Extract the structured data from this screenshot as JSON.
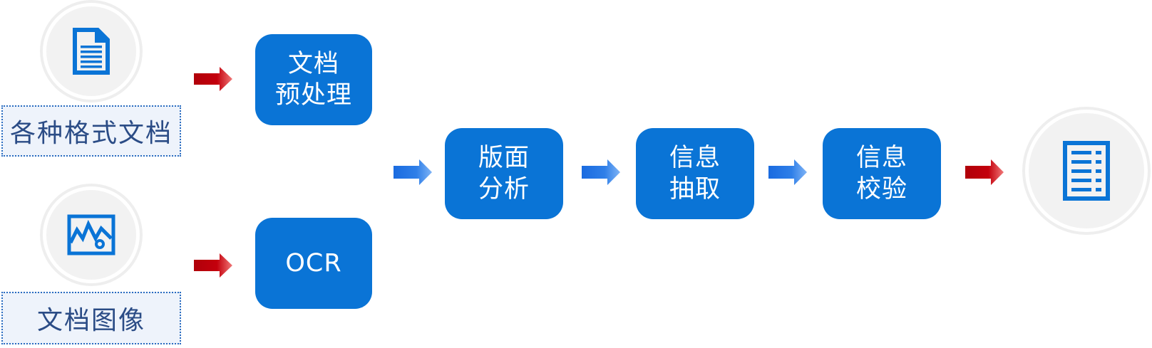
{
  "inputs": {
    "doc": {
      "label": "各种格式文档",
      "icon": "document-icon"
    },
    "image": {
      "label": "文档图像",
      "icon": "image-icon"
    }
  },
  "steps": {
    "preprocess": {
      "line1": "文档",
      "line2": "预处理"
    },
    "ocr": {
      "line1": "OCR"
    },
    "layout": {
      "line1": "版面",
      "line2": "分析"
    },
    "extract": {
      "line1": "信息",
      "line2": "抽取"
    },
    "verify": {
      "line1": "信息",
      "line2": "校验"
    }
  },
  "output": {
    "icon": "list-document-icon"
  },
  "colors": {
    "step_blue": "#0a74d6",
    "arrow_red": "#c4000c",
    "arrow_blue": "#2f7fe8",
    "label_text": "#2b4c86",
    "label_border": "#2a6cc0"
  }
}
